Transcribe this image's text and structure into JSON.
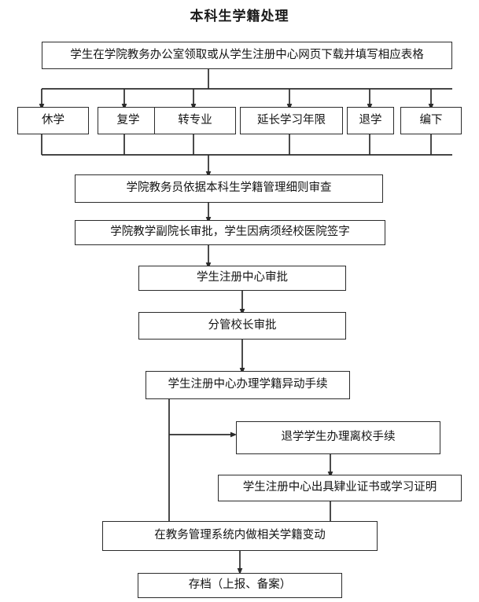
{
  "page": {
    "title": "本科生学籍处理",
    "language": "zh-CN",
    "diagram_type": "flowchart"
  },
  "nodes": {
    "start_form": "学生在学院教务办公室领取或从学生注册中心网页下载并填写相应表格",
    "option_1": "休学",
    "option_2": "复学",
    "option_3": "转专业",
    "option_4": "延长学习年限",
    "option_5": "退学",
    "option_6": "编下",
    "review_secretary": "学院教务员依据本科生学籍管理细则审查",
    "approve_vice_dean": "学院教学副院长审批，学生因病须经校医院签字",
    "approve_registration_center": "学生注册中心审批",
    "approve_vice_president": "分管校长审批",
    "process_status_change": "学生注册中心办理学籍异动手续",
    "withdraw_leave_school": "退学学生办理离校手续",
    "issue_certificate": "学生注册中心出具肄业证书或学习证明",
    "system_update": "在教务管理系统内做相关学籍变动",
    "archive": "存档（上报、备案）"
  },
  "style": {
    "line_color": "#2b2b2b",
    "box_border": "#2b2b2b",
    "box_fill": "#ffffff",
    "text_color": "#141414",
    "background": "#ffffff"
  }
}
